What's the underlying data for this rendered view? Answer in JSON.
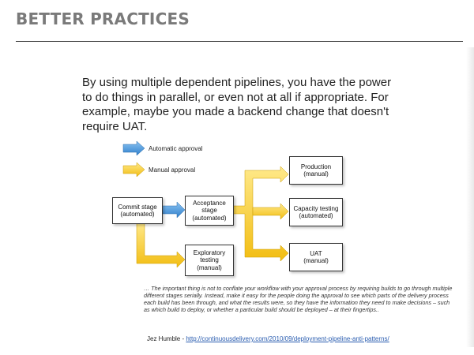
{
  "slide": {
    "title": "BETTER PRACTICES",
    "intro": "By using multiple dependent pipelines, you have the power to do things in parallel, or even not at all if appropriate. For example, maybe you made a backend change that doesn't require UAT."
  },
  "diagram": {
    "legend": {
      "automatic": "Automatic approval",
      "manual": "Manual approval"
    },
    "stages": {
      "commit": [
        "Commit stage",
        "(automated)"
      ],
      "acceptance": [
        "Acceptance",
        "stage",
        "(automated)"
      ],
      "exploratory": [
        "Exploratory",
        "testing",
        "(manual)"
      ],
      "production": [
        "Production",
        "(manual)"
      ],
      "capacity": [
        "Capacity testing",
        "(automated)"
      ],
      "uat": [
        "UAT",
        "(manual)"
      ]
    },
    "colors": {
      "automatic": "#3f8fd6",
      "manual": "#f5c518"
    }
  },
  "quote": {
    "text": "… The important thing is not to conflate your workflow with your approval process by requiring builds to go through multiple different stages serially. Instead, make it easy for the people doing the approval to see which parts of the delivery process each build has been through, and what the results were, so they have the information they need to make decisions – such as which build to deploy, or whether a particular build should be deployed – at their fingertips..",
    "author": "Jez Humble - ",
    "link": "http://continuousdelivery.com/2010/09/deployment-pipeline-anti-patterns/"
  }
}
